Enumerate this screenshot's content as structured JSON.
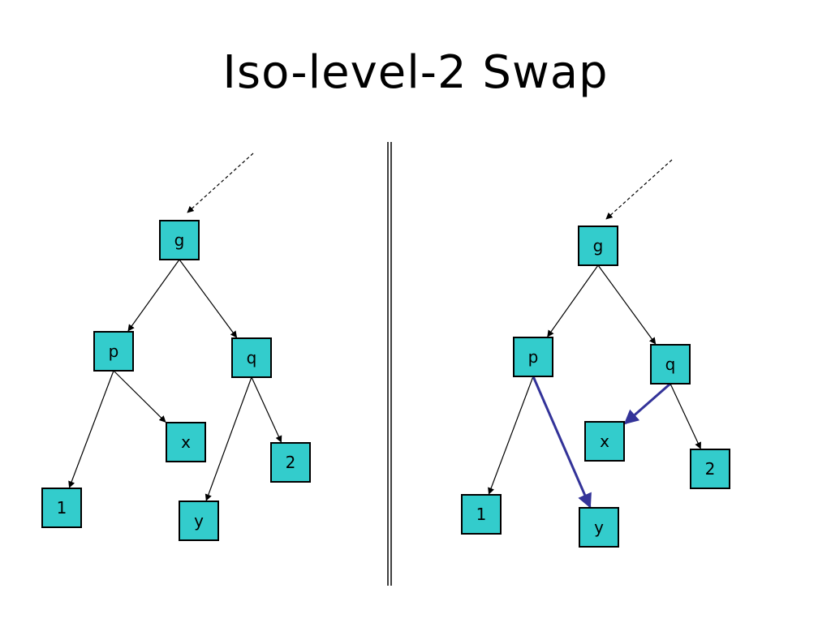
{
  "title": "Iso-level-2 Swap",
  "colors": {
    "node_fill": "#33CCCC",
    "node_border": "#000000",
    "edge": "#000000",
    "highlight_edge": "#333399",
    "background": "#FFFFFF"
  },
  "trees": [
    {
      "id": "before",
      "nodes": [
        {
          "id": "g",
          "label": "g"
        },
        {
          "id": "p",
          "label": "p"
        },
        {
          "id": "q",
          "label": "q"
        },
        {
          "id": "x",
          "label": "x"
        },
        {
          "id": "1",
          "label": "1"
        },
        {
          "id": "y",
          "label": "y"
        },
        {
          "id": "2",
          "label": "2"
        }
      ],
      "edges": [
        {
          "from": "g",
          "to": "p",
          "highlight": false
        },
        {
          "from": "g",
          "to": "q",
          "highlight": false
        },
        {
          "from": "p",
          "to": "1",
          "highlight": false
        },
        {
          "from": "p",
          "to": "x",
          "highlight": false
        },
        {
          "from": "q",
          "to": "y",
          "highlight": false
        },
        {
          "from": "q",
          "to": "2",
          "highlight": false
        }
      ]
    },
    {
      "id": "after",
      "nodes": [
        {
          "id": "g",
          "label": "g"
        },
        {
          "id": "p",
          "label": "p"
        },
        {
          "id": "q",
          "label": "q"
        },
        {
          "id": "x",
          "label": "x"
        },
        {
          "id": "1",
          "label": "1"
        },
        {
          "id": "y",
          "label": "y"
        },
        {
          "id": "2",
          "label": "2"
        }
      ],
      "edges": [
        {
          "from": "g",
          "to": "p",
          "highlight": false
        },
        {
          "from": "g",
          "to": "q",
          "highlight": false
        },
        {
          "from": "p",
          "to": "1",
          "highlight": false
        },
        {
          "from": "p",
          "to": "y",
          "highlight": true
        },
        {
          "from": "q",
          "to": "x",
          "highlight": true
        },
        {
          "from": "q",
          "to": "2",
          "highlight": false
        }
      ]
    }
  ]
}
